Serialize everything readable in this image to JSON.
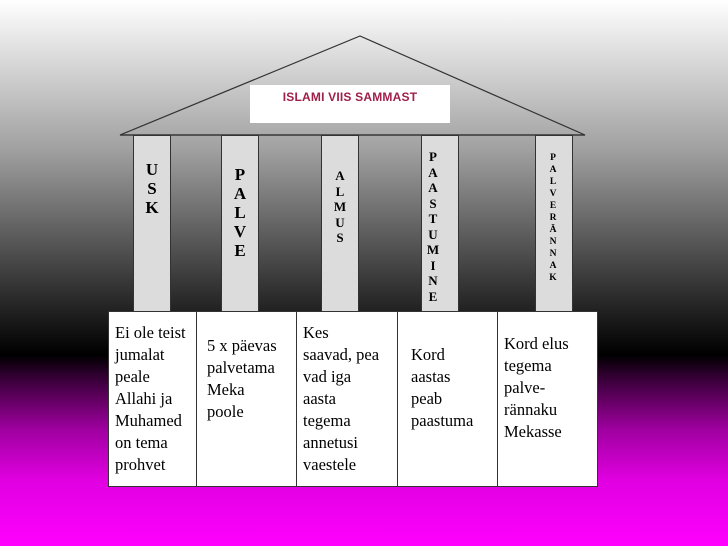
{
  "title": "ISLAMI VIIS SAMMAST",
  "pillars": [
    {
      "name": "USK",
      "letters": [
        "U",
        "S",
        "K"
      ]
    },
    {
      "name": "PALVE",
      "letters": [
        "P",
        "A",
        "L",
        "V",
        "E"
      ]
    },
    {
      "name": "ALMUS",
      "letters": [
        "A",
        "L",
        "M",
        "U",
        "S"
      ]
    },
    {
      "name": "PAASTUMINE",
      "letters": [
        "P",
        "A",
        "A",
        "S",
        "T",
        "U",
        "M",
        "I",
        "N",
        "E"
      ]
    },
    {
      "name": "PALVERÄNNAK",
      "letters": [
        "P",
        "A",
        "L",
        "V",
        "E",
        "R",
        "Ä",
        "N",
        "N",
        "A",
        "K"
      ]
    }
  ],
  "descriptions": [
    "Ei  ole teist\njumalat\npeale\nAllahi ja\nMuhamed\non tema\nprohvet",
    "5 x päevas\npalvetama\nMeka\npoole",
    "Kes\nsaavad, pea\nvad iga\naasta\ntegema\nannetusi\nvaestele",
    "Kord\naastas\npeab\npaastuma",
    "Kord elus\ntegema\npalve-\nrännaku\nMekasse"
  ],
  "colors": {
    "title": "#a0204a",
    "pillar": "#dcdcdc",
    "line": "#333333"
  }
}
